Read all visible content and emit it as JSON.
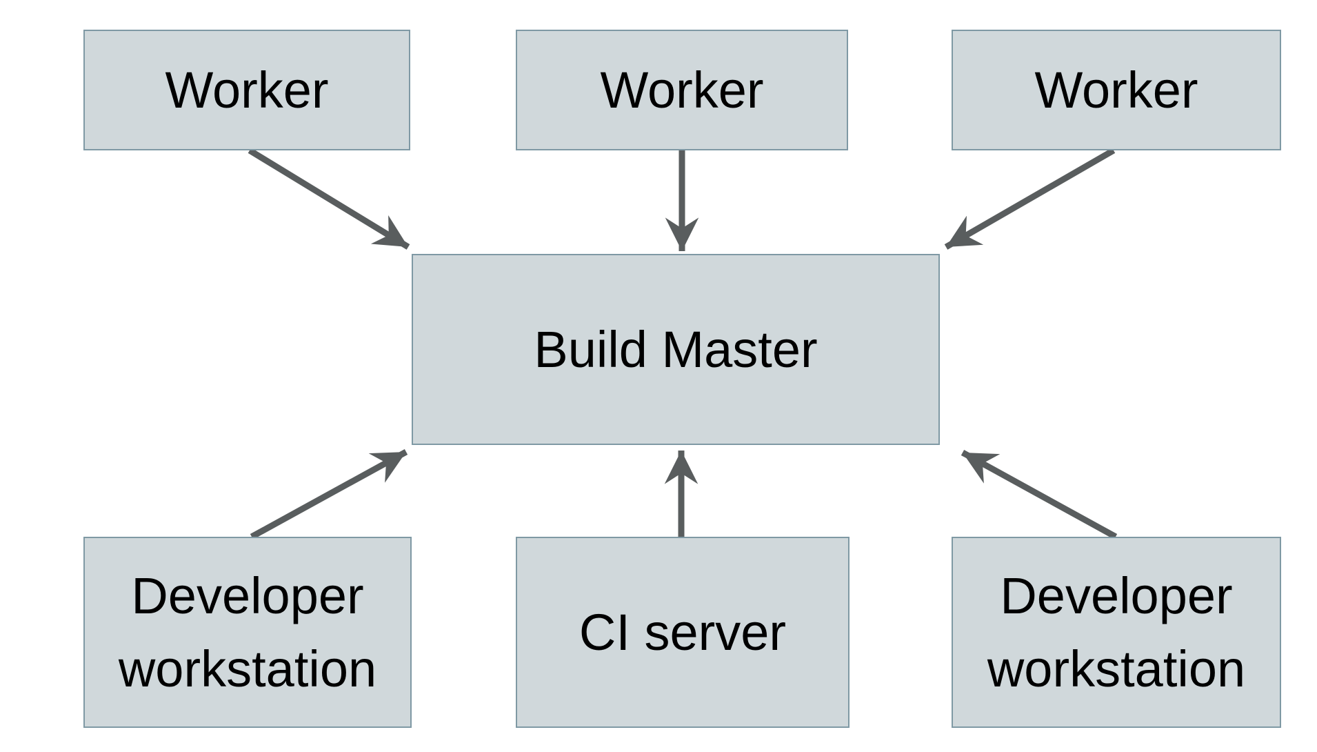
{
  "diagram": {
    "colors": {
      "box_fill": "#d0d8db",
      "box_border": "#7f99a4",
      "arrow": "#595d5e",
      "text": "#000000",
      "background": "#ffffff"
    },
    "nodes": {
      "worker_1": {
        "label": "Worker"
      },
      "worker_2": {
        "label": "Worker"
      },
      "worker_3": {
        "label": "Worker"
      },
      "build_master": {
        "label": "Build Master"
      },
      "dev_workstation_1": {
        "label": "Developer workstation"
      },
      "ci_server": {
        "label": "CI server"
      },
      "dev_workstation_2": {
        "label": "Developer workstation"
      }
    },
    "edges": [
      {
        "from": "worker_1",
        "to": "build_master"
      },
      {
        "from": "worker_2",
        "to": "build_master"
      },
      {
        "from": "worker_3",
        "to": "build_master"
      },
      {
        "from": "dev_workstation_1",
        "to": "build_master"
      },
      {
        "from": "ci_server",
        "to": "build_master"
      },
      {
        "from": "dev_workstation_2",
        "to": "build_master"
      }
    ]
  }
}
